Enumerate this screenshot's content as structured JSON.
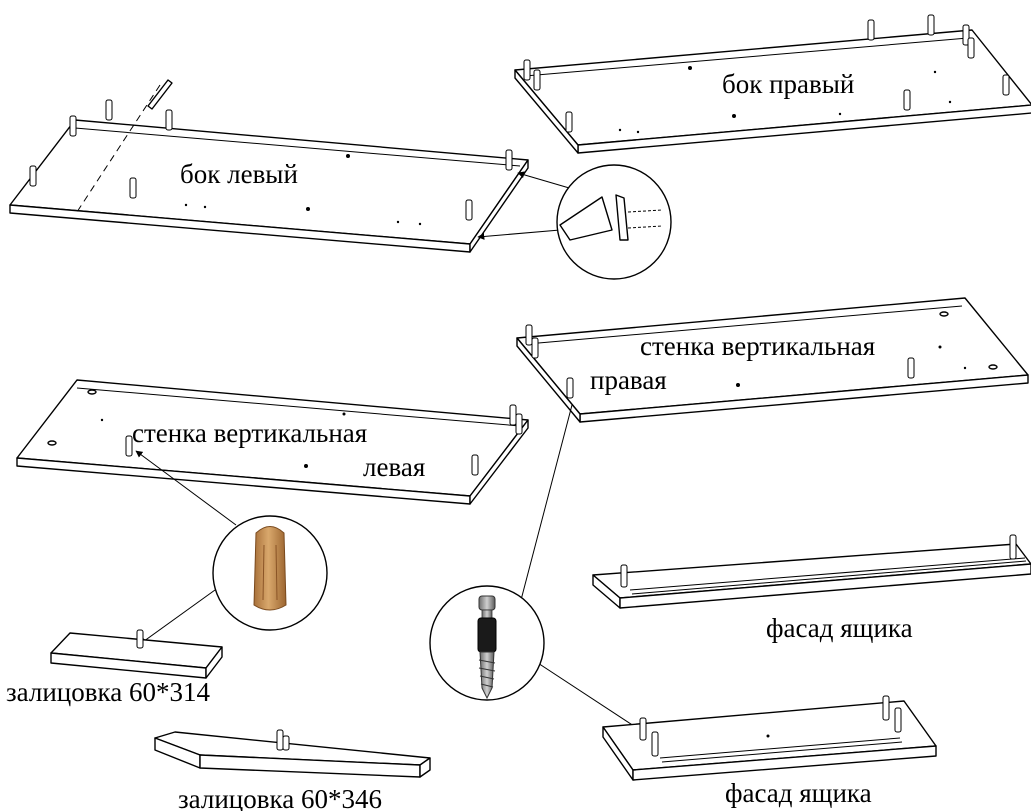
{
  "colors": {
    "line": "#000000",
    "background": "#ffffff",
    "dowel_wood": "#c8955a",
    "screw_metal": "#9a9a9a",
    "screw_sleeve": "#1a1a1a"
  },
  "labels": {
    "side_left": "бок левый",
    "side_right": "бок правый",
    "wall_left_line1": "стенка вертикальная",
    "wall_left_line2": "левая",
    "wall_right_line1": "стенка вертикальная",
    "wall_right_line2": "правая",
    "trim_60_314": "залицовка 60*314",
    "trim_60_346": "залицовка 60*346",
    "drawer_front_1": "фасад ящика",
    "drawer_front_2": "фасад ящика"
  },
  "icons": {
    "dowel": "wooden-dowel-icon",
    "confirmat": "eccentric-screw-icon",
    "groove_detail": "groove-detail-icon"
  }
}
